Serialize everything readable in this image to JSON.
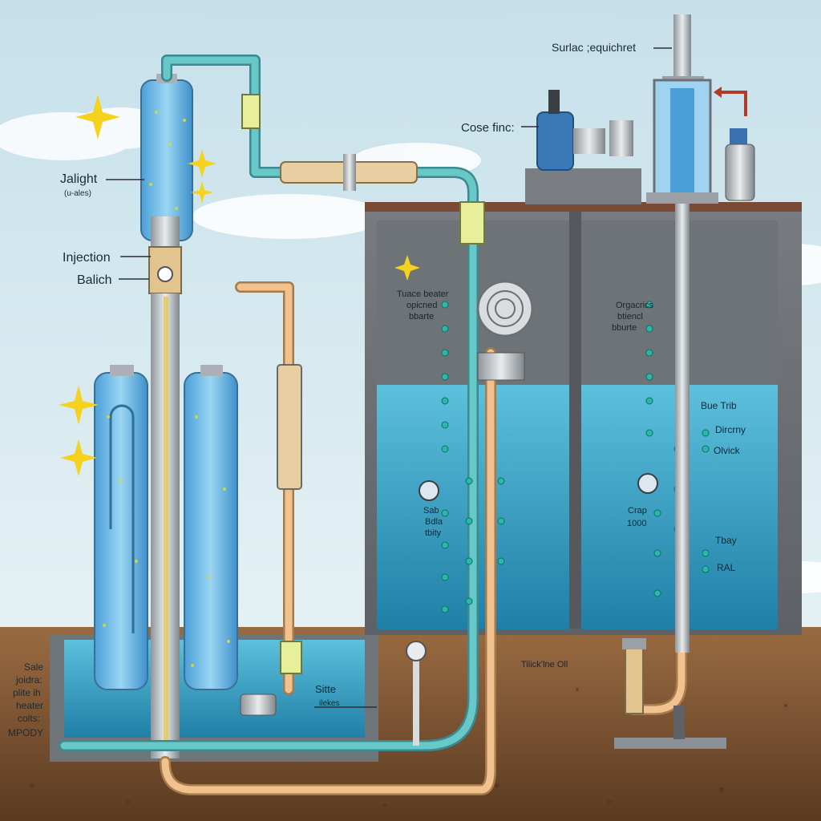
{
  "labels": {
    "surface_equipment": "Surlac ;equichret",
    "cose_finc": "Cose finc:",
    "jalight": "Jalight",
    "jalight_sub": "(u-ales)",
    "injection": "Injection",
    "balich": "Balich",
    "tube_heater_1": "Tuace beater",
    "tube_heater_2": "opicned",
    "tube_heater_3": "bbarte",
    "organic_1": "Orgacrics",
    "organic_2": "btiencl",
    "organic_3": "bburte",
    "left_gauge_1": "Sab",
    "left_gauge_2": "Bdla",
    "left_gauge_3": "tbity",
    "right_gauge_1": "Crap",
    "right_gauge_2": "1000",
    "blue_trib": "Bue Trib",
    "dircrny": "Dircrny",
    "olvick": "Olvick",
    "tbay": "Tbay",
    "ral": "RAL",
    "thick_oil": "Tilick’lne Oll",
    "sitte_1": "Sitte",
    "sitte_2": "ilekes",
    "side_1": "Sale",
    "side_2": "joidra:",
    "side_3": "plite ih",
    "side_4": "heater",
    "side_5": "colts:",
    "side_6": "MPODY"
  },
  "colors": {
    "sky": "#cfe6ee",
    "water": "#3aa8c8",
    "pipe_teal": "#5cc0c0",
    "pipe_tan": "#e6b98a",
    "tank_blue": "#6cc0e8",
    "ground": "#7a5232",
    "panel": "#6a6f74",
    "spark": "#f5d21e"
  },
  "icons": [
    "sparkle-icon",
    "arrow-icon",
    "pump-icon",
    "gauge-icon",
    "coil-icon"
  ]
}
